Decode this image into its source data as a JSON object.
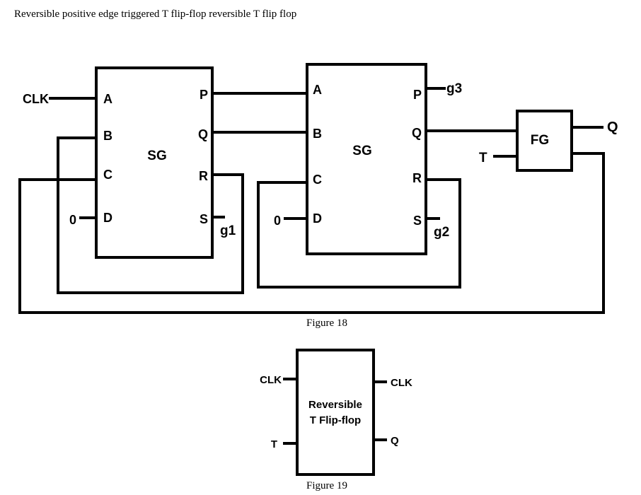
{
  "page": {
    "title": "Reversible positive edge triggered T flip-flop reversible T flip flop"
  },
  "figure18": {
    "caption": "Figure 18",
    "sg1": {
      "name": "SG",
      "inputs": [
        "A",
        "B",
        "C",
        "D"
      ],
      "outputs": [
        "P",
        "Q",
        "R",
        "S"
      ]
    },
    "sg2": {
      "name": "SG",
      "inputs": [
        "A",
        "B",
        "C",
        "D"
      ],
      "outputs": [
        "P",
        "Q",
        "R",
        "S"
      ]
    },
    "fg": {
      "name": "FG"
    },
    "signals": {
      "clk": "CLK",
      "zero1": "0",
      "zero2": "0",
      "g1": "g1",
      "g2": "g2",
      "g3": "g3",
      "t": "T",
      "q": "Q"
    }
  },
  "figure19": {
    "caption": "Figure 19",
    "block_line1": "Reversible",
    "block_line2": "T Flip-flop",
    "in_clk": "CLK",
    "in_t": "T",
    "out_clk": "CLK",
    "out_q": "Q"
  }
}
